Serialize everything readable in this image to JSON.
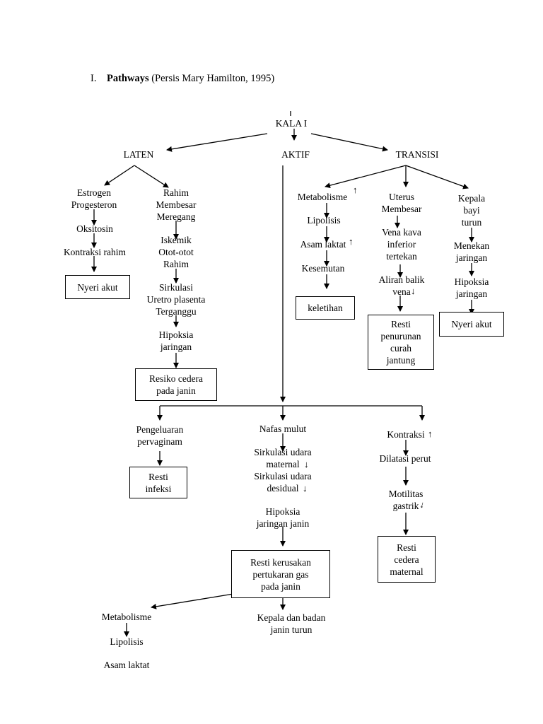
{
  "heading": {
    "number": "I.",
    "title": "Pathways",
    "source": "(Persis Mary Hamilton, 1995)"
  },
  "root": "KALA I",
  "phases": {
    "laten": "LATEN",
    "aktif": "AKTIF",
    "transisi": "TRANSISI"
  },
  "laten_left": {
    "hormones": "Estrogen\nProgesteron",
    "oxytocin": "Oksitosin",
    "contraction": "Kontraksi rahim",
    "result": "Nyeri akut"
  },
  "laten_right": {
    "uterus": "Rahim\nMembesar\nMeregang",
    "ischemia": "Iskemik\nOtot-otot\nRahim",
    "circulation": "Sirkulasi\nUretro plasenta\nTerganggu",
    "hypoxia": "Hipoksia\njaringan",
    "result": "Resiko cedera\npada janin"
  },
  "transisi_left": {
    "metabolism": "Metabolisme",
    "lipolysis": "Lipolisis",
    "lactate": "Asam laktat",
    "tingling": "Kesemutan",
    "result": "keletihan"
  },
  "transisi_mid": {
    "uterus": "Uterus\nMembesar",
    "vena_cava": "Vena kava\ninferior\ntertekan",
    "venous_return": "Aliran balik\nvena",
    "result": "Resti\npenurunan\ncurah\njantung"
  },
  "transisi_right": {
    "head": "Kepala\nbayi\nturun",
    "press": "Menekan\njaringan",
    "hypoxia": "Hipoksia\njaringan",
    "result": "Nyeri akut"
  },
  "aktif_left": {
    "discharge": "Pengeluaran\npervaginam",
    "result": "Resti\ninfeksi"
  },
  "aktif_mid": {
    "mouth_breathing": "Nafas mulut",
    "circ_maternal": "Sirkulasi udara\nmaternal",
    "circ_decidual": "Sirkulasi udara\ndesidual",
    "hypoxia": "Hipoksia\njaringan janin",
    "result": "Resti kerusakan\npertukaran gas\npada janin",
    "descent": "Kepala dan badan\njanin turun"
  },
  "aktif_right": {
    "contraction": "Kontraksi",
    "dilation": "Dilatasi perut",
    "motility": "Motilitas\ngastrik",
    "result": "Resti\ncedera\nmaternal"
  },
  "bottom": {
    "metabolism": "Metabolisme",
    "lipolysis": "Lipolisis",
    "lactate": "Asam laktat"
  },
  "colors": {
    "line": "#000000",
    "background": "#ffffff"
  },
  "icons": {
    "increase": "up-arrow-icon",
    "decrease": "down-arrow-icon"
  }
}
